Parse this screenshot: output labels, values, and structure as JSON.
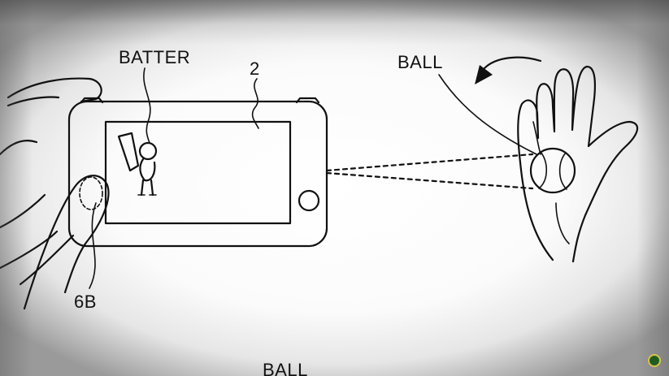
{
  "labels": {
    "batter": "BATTER",
    "device_ref": "2",
    "ball_top": "BALL",
    "button_ref": "6B",
    "ball_bottom": "BALL"
  }
}
